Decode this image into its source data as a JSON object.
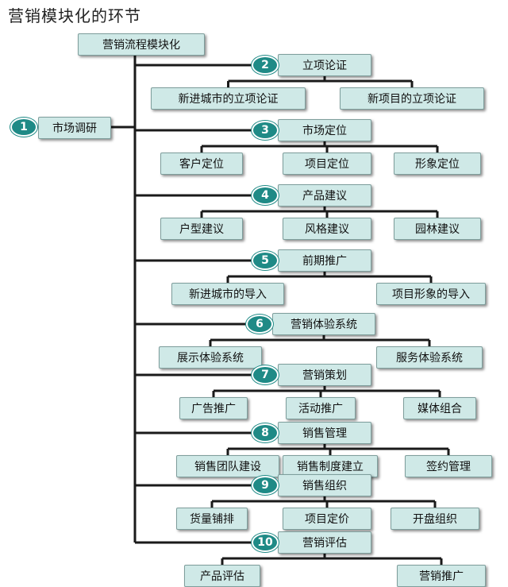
{
  "title": "营销模块化的环节",
  "root": {
    "label": "营销流程模块化"
  },
  "research": {
    "number": "1",
    "label": "市场调研"
  },
  "sections": [
    {
      "number": "2",
      "label": "立项论证",
      "children": [
        "新进城市的立项论证",
        "新项目的立项论证"
      ]
    },
    {
      "number": "3",
      "label": "市场定位",
      "children": [
        "客户定位",
        "项目定位",
        "形象定位"
      ]
    },
    {
      "number": "4",
      "label": "产品建议",
      "children": [
        "户型建议",
        "风格建议",
        "园林建议"
      ]
    },
    {
      "number": "5",
      "label": "前期推广",
      "children": [
        "新进城市的导入",
        "项目形象的导入"
      ]
    },
    {
      "number": "6",
      "label": "营销体验系统",
      "children": [
        "展示体验系统",
        "服务体验系统"
      ]
    },
    {
      "number": "7",
      "label": "营销策划",
      "children": [
        "广告推广",
        "活动推广",
        "媒体组合"
      ]
    },
    {
      "number": "8",
      "label": "销售管理",
      "children": [
        "销售团队建设",
        "销售制度建立",
        "签约管理"
      ]
    },
    {
      "number": "9",
      "label": "销售组织",
      "children": [
        "货量铺排",
        "项目定价",
        "开盘组织"
      ]
    },
    {
      "number": "10",
      "label": "营销评估",
      "children": [
        "产品评估",
        "营销推广"
      ]
    }
  ]
}
